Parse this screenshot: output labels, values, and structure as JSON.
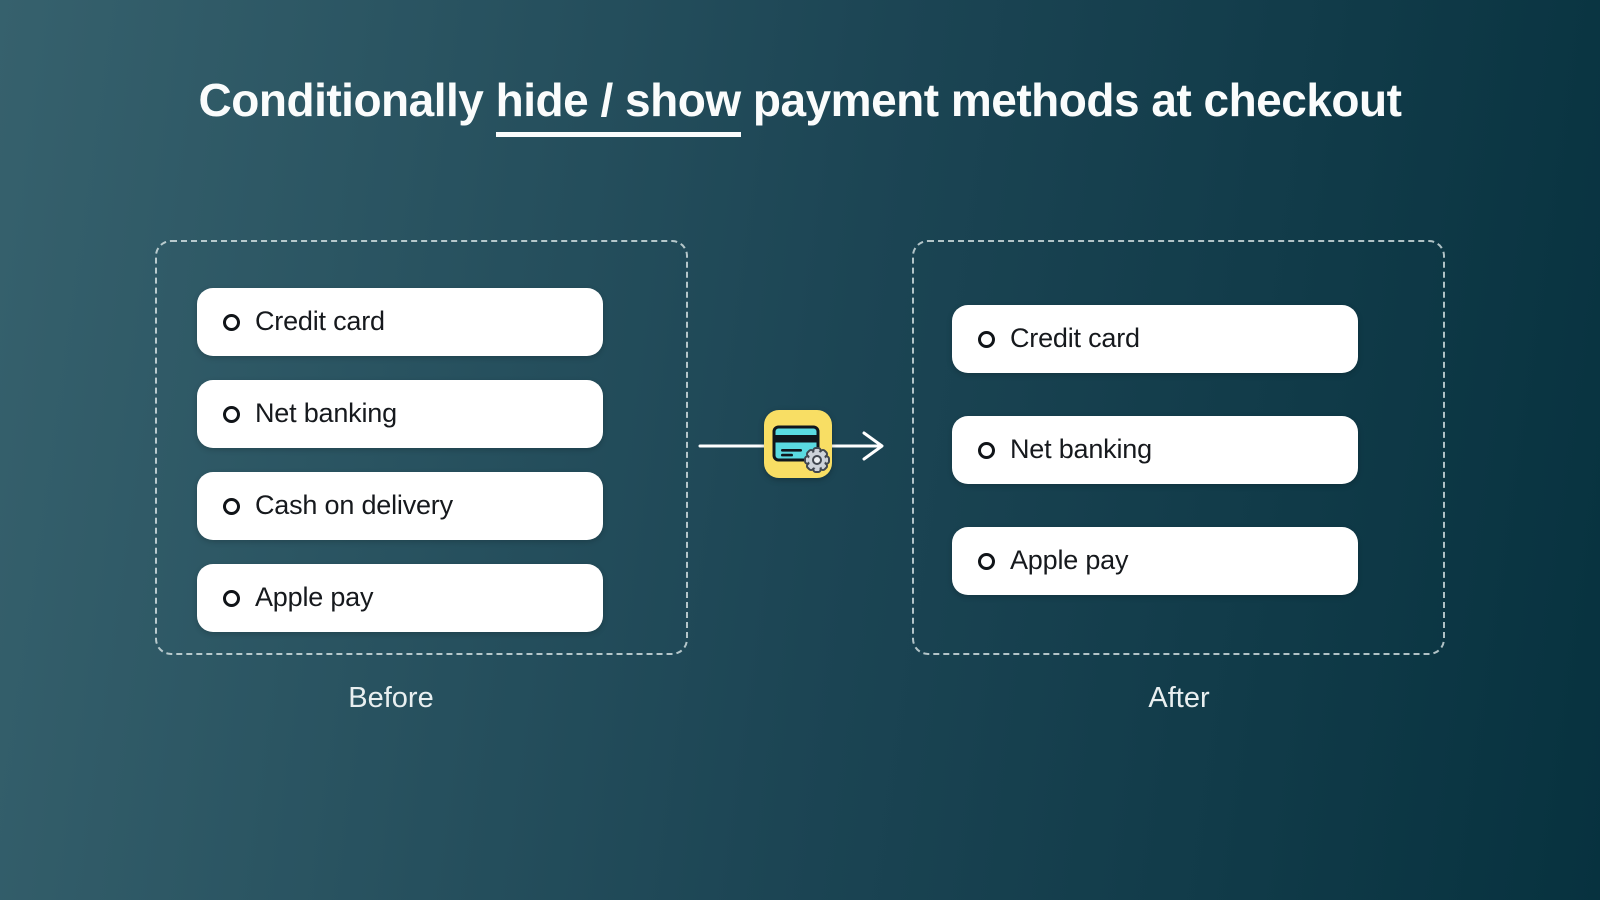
{
  "title": {
    "prefix": "Conditionally ",
    "underlined": "hide / show",
    "suffix": " payment methods at checkout"
  },
  "before": {
    "label": "Before",
    "options": [
      "Credit card",
      "Net banking",
      "Cash on delivery",
      "Apple pay"
    ]
  },
  "after": {
    "label": "After",
    "options": [
      "Credit card",
      "Net banking",
      "Apple pay"
    ]
  },
  "icons": {
    "middle_icon": "credit-card-settings-icon",
    "option_marker": "radio-circle-icon",
    "connector": "arrow-right-icon"
  },
  "colors": {
    "background_gradient_start": "#36616D",
    "background_gradient_mid": "#1C4554",
    "background_gradient_end": "#07323F",
    "title_text": "#FAFCFC",
    "panel_dash_border": "#E7F0F1",
    "card_background": "#FFFFFF",
    "card_text": "#16191D",
    "caption_text": "#E9EFF0",
    "tile_yellow": "#F8DE64",
    "credit_card_cyan": "#5ADAE0",
    "icon_outline_dark": "#10161C",
    "gear_fill": "#CDD2D9",
    "gear_outline": "#40464F",
    "arrow_white": "#FFFFFF"
  }
}
